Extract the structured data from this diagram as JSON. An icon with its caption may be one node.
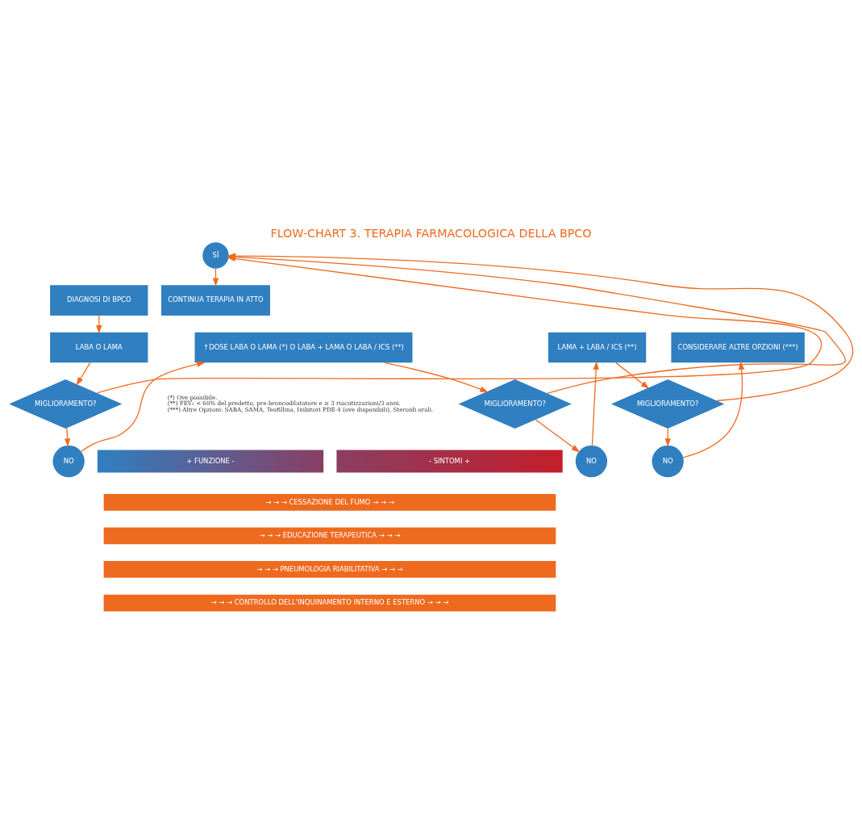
{
  "diagram": {
    "title": "FLOW-CHART 3. TERAPIA FARMACOLOGICA DELLA BPCO",
    "nodes": [
      {
        "text": [
          "DIAGNOSI DI BPCO"
        ]
      },
      {
        "text": [
          "CONTINUA TERAPIA IN ATTO"
        ]
      },
      {
        "text": [
          "SÌ"
        ]
      },
      {
        "text": [
          "MIGLIORAMENTO?"
        ]
      },
      {
        "text": [
          "MIGLIORAMENTO?"
        ]
      },
      {
        "text": [
          "MIGLIORAMENTO?"
        ]
      },
      {
        "text": [
          "NO"
        ]
      },
      {
        "text": [
          "NO"
        ]
      },
      {
        "text": [
          "NO"
        ]
      },
      {
        "text": [
          "LABA O LAMA"
        ]
      },
      {
        "text": [
          "↑DOSE LABA O LAMA (*) O LABA + LAMA O LABA / ICS (**)"
        ]
      },
      {
        "text": [
          "LAMA + LABA / ICS (**)"
        ]
      },
      {
        "text": [
          "CONSIDERARE ALTRE OPZIONI (***)"
        ]
      },
      {
        "text": [
          "+ FUNZIONE -"
        ]
      },
      {
        "text": [
          "- SINTOMI +"
        ]
      },
      {
        "text": [
          "→ → → CESSAZIONE DEL FUMO → → →"
        ]
      },
      {
        "text": [
          "→ → → EDUCAZIONE TERAPEUTICA → → →"
        ]
      },
      {
        "text": [
          "→ → → PNEUMOLOGIA RIABILITATIVA → → →"
        ]
      },
      {
        "text": [
          "→ → → CONTROLLO DELL'INQUINAMENTO INTERNO E ESTERNO → → →"
        ]
      }
    ],
    "edges": [
      {
        "from": 0,
        "to": 9,
        "arrow": "to"
      },
      {
        "from": 9,
        "to": 3,
        "arrow": "to"
      },
      {
        "from": 3,
        "to": 2,
        "arrow": "to"
      },
      {
        "from": 2,
        "to": 1,
        "arrow": "to"
      },
      {
        "from": 3,
        "to": 6,
        "arrow": "to"
      },
      {
        "from": 6,
        "to": 10,
        "arrow": "to"
      },
      {
        "from": 10,
        "to": 4,
        "arrow": "to"
      },
      {
        "from": 4,
        "to": 2,
        "arrow": "to"
      },
      {
        "from": 4,
        "to": 7,
        "arrow": "to"
      },
      {
        "from": 7,
        "to": 11,
        "arrow": "to"
      },
      {
        "from": 11,
        "to": 5,
        "arrow": "to"
      },
      {
        "from": 5,
        "to": 2,
        "arrow": "to"
      },
      {
        "from": 5,
        "to": 8,
        "arrow": "to"
      },
      {
        "from": 8,
        "to": 12,
        "arrow": "to"
      }
    ],
    "labels": [
      "(*) Ove possibile.",
      "(**) FEV₁ < 60% del predetto, pre-broncodilatatore e ≥ 3 riacutizzazioni/3 anni.",
      "(***) Altre Opzioni: SABA, SAMA, Teofillina, Inibitori PDE-4 (ove disponibili), Steroidi orali."
    ]
  }
}
